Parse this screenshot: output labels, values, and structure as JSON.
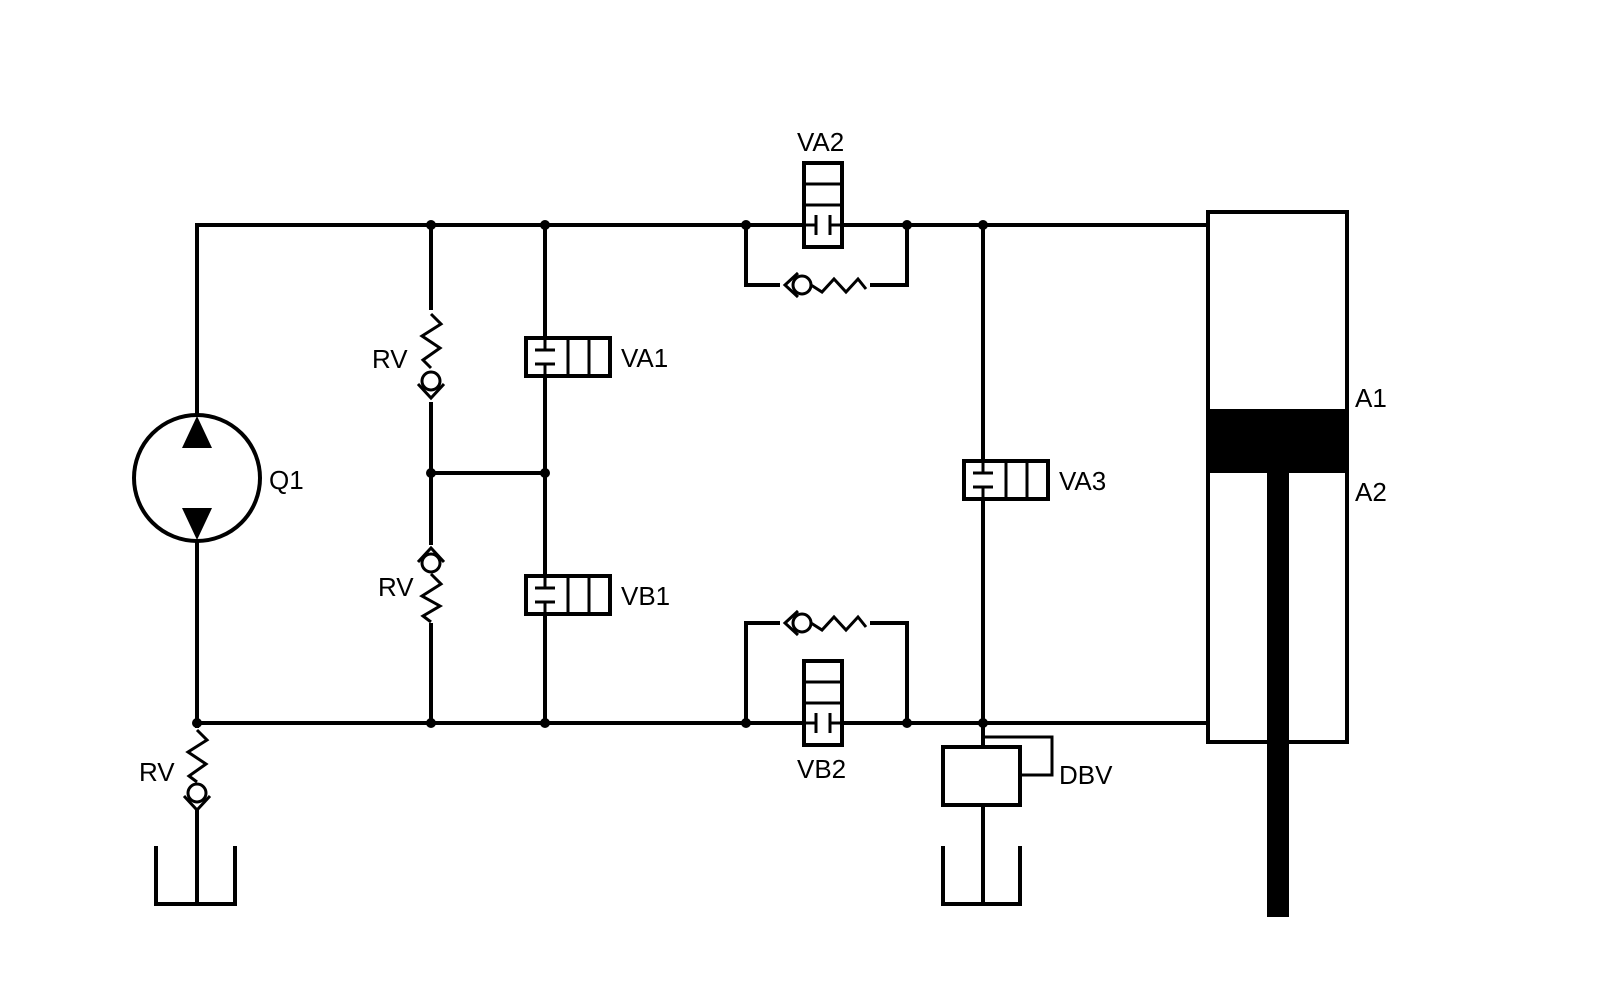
{
  "labels": {
    "va2": "VA2",
    "va1": "VA1",
    "vb1": "VB1",
    "va3": "VA3",
    "vb2": "VB2",
    "dbv": "DBV",
    "q1": "Q1",
    "rv_top": "RV",
    "rv_mid": "RV",
    "rv_bottom": "RV",
    "a1": "A1",
    "a2": "A2"
  }
}
